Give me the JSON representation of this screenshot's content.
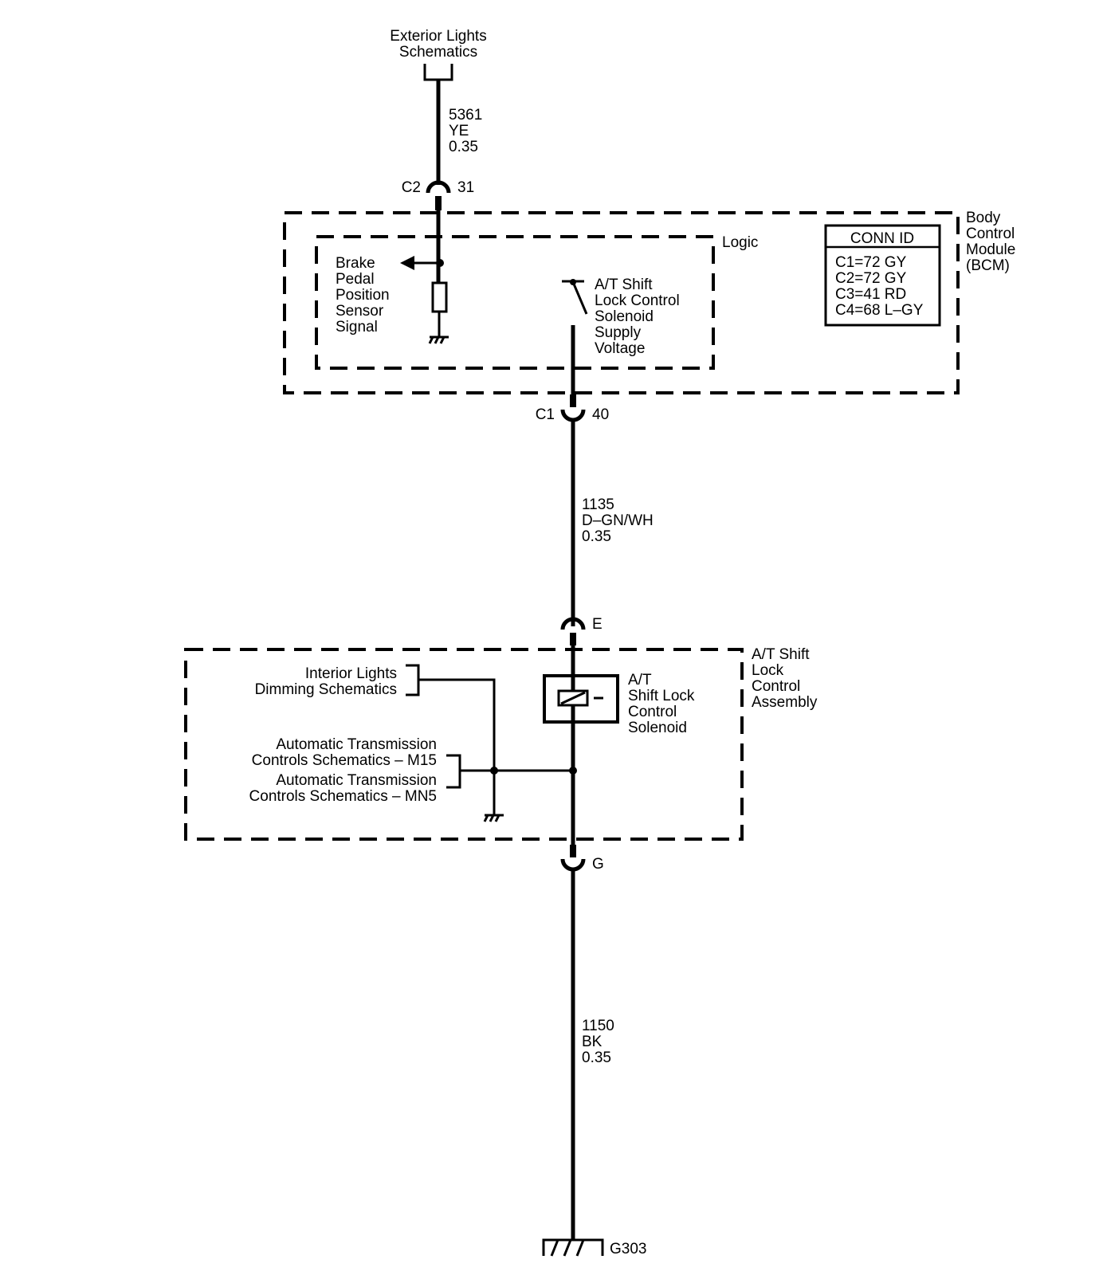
{
  "top_ref": {
    "line1": "Exterior Lights",
    "line2": "Schematics"
  },
  "wire_5361": {
    "circuit": "5361",
    "color": "YE",
    "size": "0.35"
  },
  "connector_c2": {
    "name": "C2",
    "pin": "31"
  },
  "bcm": {
    "label_lines": [
      "Body",
      "Control",
      "Module",
      "(BCM)"
    ],
    "logic_label": "Logic",
    "brake_lines": [
      "Brake",
      "Pedal",
      "Position",
      "Sensor",
      "Signal"
    ],
    "switch_lines": [
      "A/T Shift",
      "Lock Control",
      "Solenoid",
      "Supply",
      "Voltage"
    ],
    "conn_id": {
      "title": "CONN ID",
      "rows": [
        "C1=72 GY",
        "C2=72 GY",
        "C3=41 RD",
        "C4=68 L–GY"
      ]
    }
  },
  "connector_c1": {
    "name": "C1",
    "pin": "40"
  },
  "wire_1135": {
    "circuit": "1135",
    "color": "D–GN/WH",
    "size": "0.35"
  },
  "connector_e": {
    "pin": "E"
  },
  "assembly": {
    "label_lines": [
      "A/T Shift",
      "Lock",
      "Control",
      "Assembly"
    ],
    "solenoid_lines": [
      "A/T",
      "Shift Lock",
      "Control",
      "Solenoid"
    ],
    "interior_ref": [
      "Interior Lights",
      "Dimming Schematics"
    ],
    "trans_ref_m15": [
      "Automatic Transmission",
      "Controls Schematics – M15"
    ],
    "trans_ref_mn5": [
      "Automatic Transmission",
      "Controls Schematics – MN5"
    ]
  },
  "connector_g": {
    "pin": "G"
  },
  "wire_1150": {
    "circuit": "1150",
    "color": "BK",
    "size": "0.35"
  },
  "ground": {
    "name": "G303"
  }
}
